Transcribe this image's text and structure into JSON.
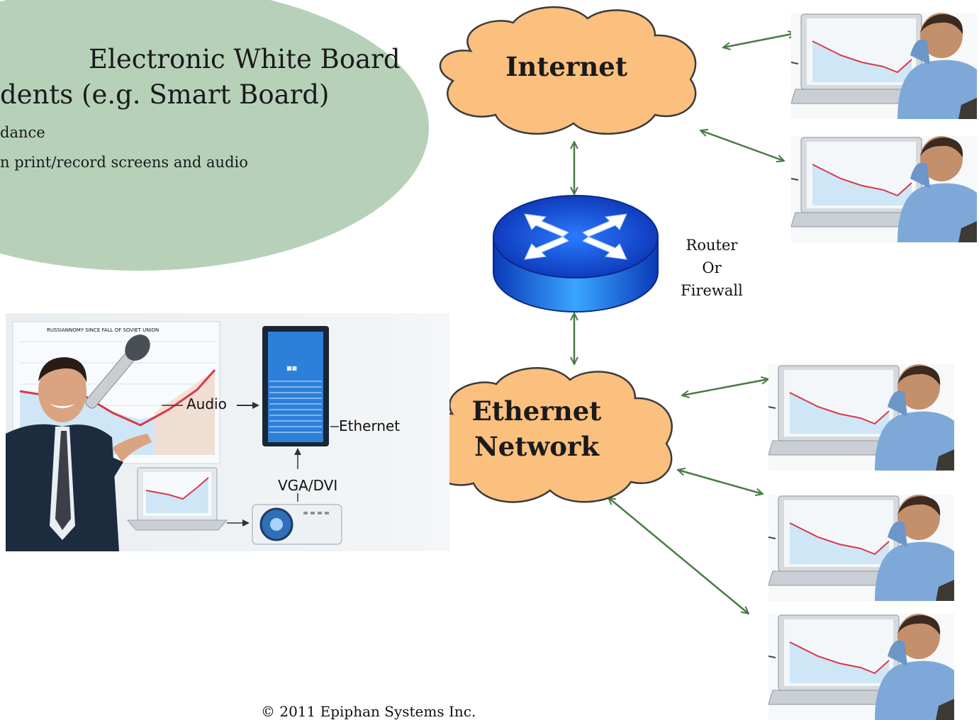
{
  "callout": {
    "line1": "Electronic White Board",
    "line2": "dents  (e.g. Smart Board)",
    "line3": "dance",
    "line4": "n print/record screens and audio"
  },
  "clouds": {
    "internet": "Internet",
    "ethernet_line1": "Ethernet",
    "ethernet_line2": "Network"
  },
  "router_label": [
    "Router",
    "Or",
    "Firewall"
  ],
  "presenter": {
    "chart_title": "RUSSIANNOMY SINCE FALL OF SOVIET UNION",
    "audio": "Audio",
    "ethernet": "Ethernet",
    "vga": "VGA/DVI"
  },
  "footer": {
    "copyright": "© 2011 Epiphan Systems Inc."
  },
  "colors": {
    "cloud_fill": "#fbbf7e",
    "ellipse_fill": "#b7d1b9",
    "arrow": "#4a7a45",
    "router_blue": "#1450d8"
  }
}
